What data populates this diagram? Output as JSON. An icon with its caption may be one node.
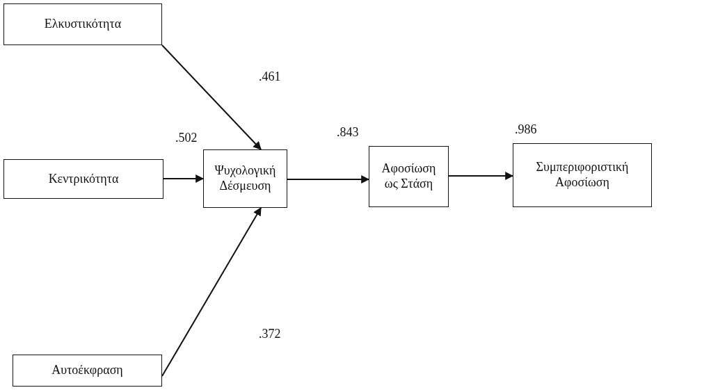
{
  "diagram": {
    "nodes": [
      {
        "text": [
          "Ελκυστικότητα"
        ]
      },
      {
        "text": [
          "Κεντρικότητα"
        ]
      },
      {
        "text": [
          "Ψυχολογική Δέσμευση"
        ]
      },
      {
        "text": [
          "Αφοσίωση ως Στάση"
        ]
      },
      {
        "text": [
          "Συμπεριφοριστική Αφοσίωση"
        ]
      },
      {
        "text": [
          "Αυτοέκφραση"
        ]
      }
    ],
    "edges": [
      {
        "from": 0,
        "to": 2,
        "arrow": "to",
        "label": ".461"
      },
      {
        "from": 1,
        "to": 2,
        "arrow": "to",
        "label": ".502"
      },
      {
        "from": 2,
        "to": 3,
        "arrow": "to",
        "label": ".843"
      },
      {
        "from": 3,
        "to": 4,
        "arrow": "to",
        "label": ".986"
      },
      {
        "from": 5,
        "to": 2,
        "arrow": "to",
        "label": ".372"
      }
    ]
  }
}
